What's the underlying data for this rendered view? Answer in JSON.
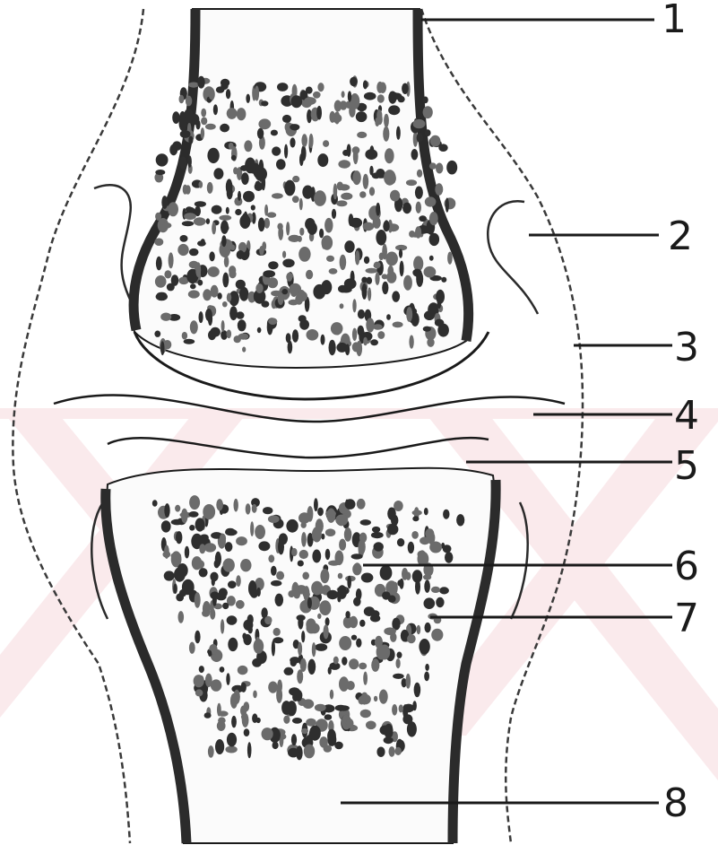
{
  "figure": {
    "labels": [
      {
        "id": "1",
        "text": "1"
      },
      {
        "id": "2",
        "text": "2"
      },
      {
        "id": "3",
        "text": "3"
      },
      {
        "id": "4",
        "text": "4"
      },
      {
        "id": "5",
        "text": "5"
      },
      {
        "id": "6",
        "text": "6"
      },
      {
        "id": "7",
        "text": "7"
      },
      {
        "id": "8",
        "text": "8"
      }
    ],
    "colors": {
      "ink": "#1a1a1a",
      "cortex": "#2b2b2b",
      "stipple": "#555555",
      "watermark": "#f6d9de"
    }
  }
}
